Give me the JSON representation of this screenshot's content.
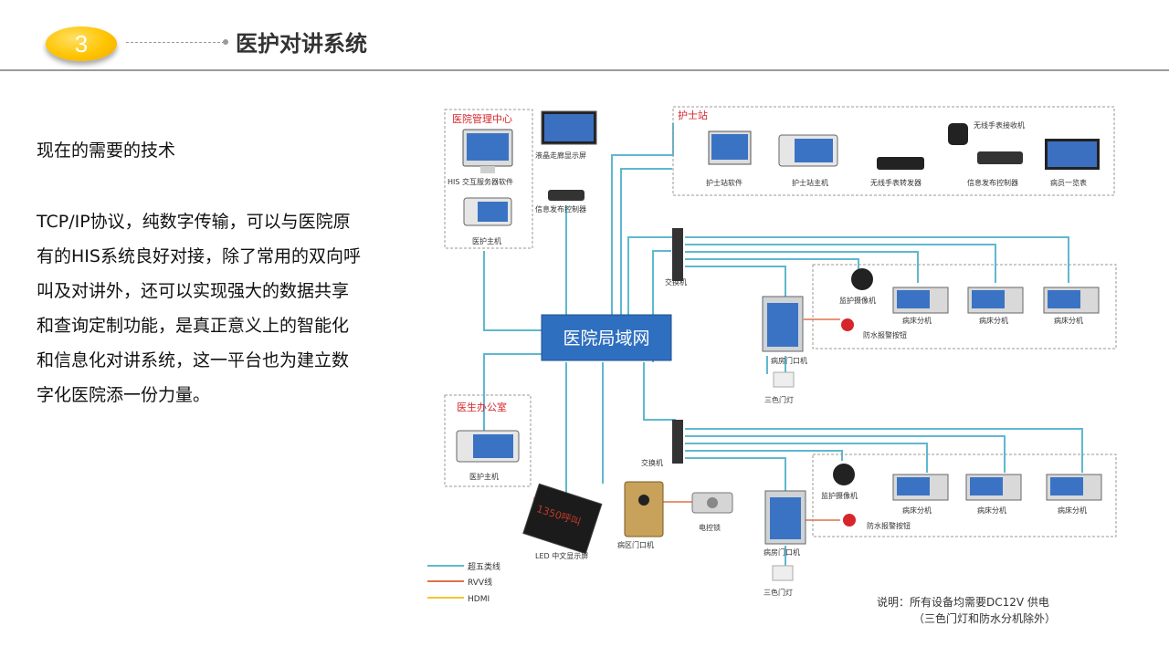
{
  "header": {
    "section_number": "3",
    "title": "医护对讲系统"
  },
  "content": {
    "subtitle": "现在的需要的技术",
    "paragraph": " TCP/IP协议，纯数字传输，可以与医院原有的HIS系统良好对接，除了常用的双向呼叫及对讲外，还可以实现强大的数据共享和查询定制功能，是真正意义上的智能化和信息化对讲系统，这一平台也为建立数字化医院添一份力量。"
  },
  "diagram": {
    "center_label": "医院局域网",
    "hospital_mgmt_center": "医院管理中心",
    "his_server_software": "HIS 交互服务器软件",
    "medical_host_1": "医护主机",
    "lcd_corridor_display": "液晶走廊显示屏",
    "info_release_controller_1": "信息发布控制器",
    "nurse_station": "护士站",
    "nurse_software": "护士站软件",
    "nurse_station_host": "护士站主机",
    "wireless_relay": "无线手表转发器",
    "wireless_watch_receiver": "无线手表接收机",
    "info_release_controller_2": "信息发布控制器",
    "patient_list": "病员一览表",
    "switch_1": "交换机",
    "switch_2": "交换机",
    "camera_1": "监护摄像机",
    "camera_2": "监护摄像机",
    "bed_extension": "病床分机",
    "waterproof_button_1": "防水报警按钮",
    "waterproof_button_2": "防水报警按钮",
    "ward_door_unit_1": "病房门口机",
    "ward_door_unit_2": "病房门口机",
    "tricolor_light_1": "三色门灯",
    "tricolor_light_2": "三色门灯",
    "doctor_office": "医生办公室",
    "medical_host_2": "医护主机",
    "led_display_label": "LED 中文显示屏",
    "led_display_text": "1350呼叫",
    "ward_area_door_unit": "病区门口机",
    "electric_lock": "电控锁",
    "legend_cat5": "超五类线",
    "legend_rvv": "RVV线",
    "legend_hdmi": "HDMI",
    "note_line1": "说明：所有设备均需要DC12V 供电",
    "note_line2": "（三色门灯和防水分机除外）"
  },
  "colors": {
    "accent_yellow": "#ffc400",
    "network_blue": "#2f6fbf",
    "cat5_line": "#5fb8d0",
    "rvv_line": "#e0704a",
    "hdmi_line": "#f2c72e",
    "label_red": "#d6262b"
  }
}
